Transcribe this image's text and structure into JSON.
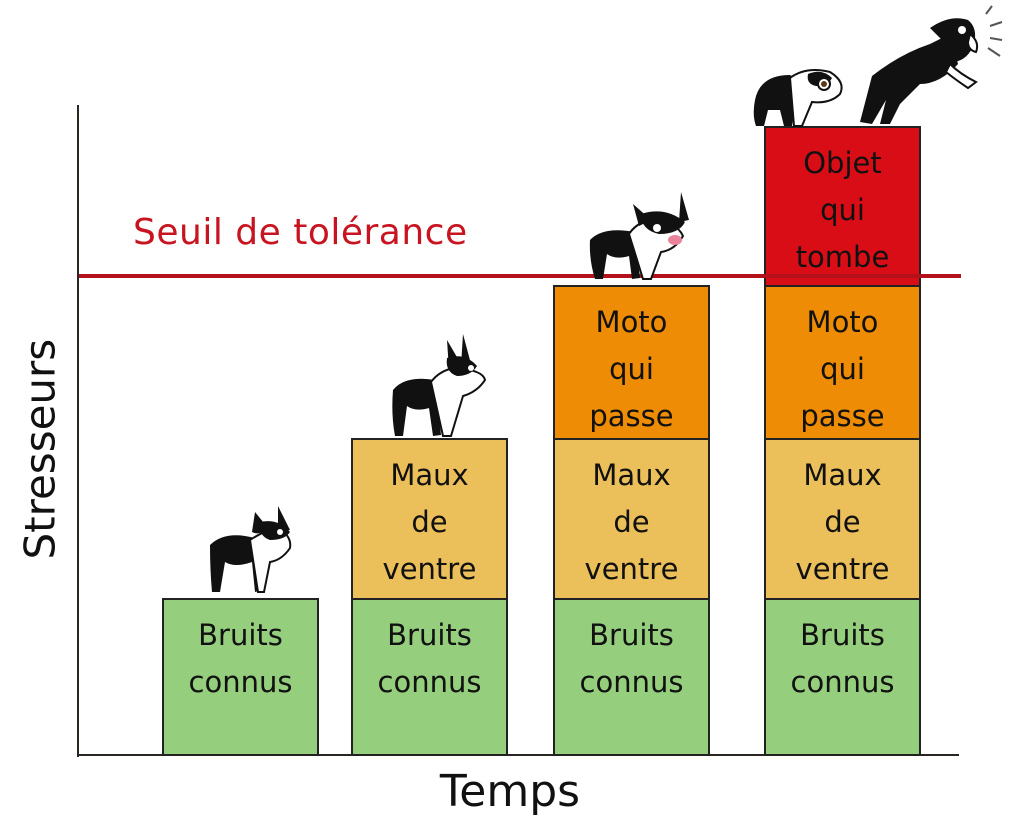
{
  "axes": {
    "y_label": "Stresseurs",
    "x_label": "Temps"
  },
  "threshold": {
    "label": "Seuil de tolérance",
    "color": "#c81420",
    "level_in_units": 3
  },
  "stressors": {
    "bruits": {
      "label": "Bruits\nconnus",
      "color": "#95cf7e"
    },
    "maux": {
      "label": "Maux\nde\nventre",
      "color": "#ebbf5a"
    },
    "moto": {
      "label": "Moto\nqui\npasse",
      "color": "#ef8c05"
    },
    "objet": {
      "label": "Objet\nqui\ntombe",
      "color": "#d90d16"
    }
  },
  "columns": [
    {
      "stack": [
        "bruits"
      ],
      "dog": "calm dog"
    },
    {
      "stack": [
        "bruits",
        "maux"
      ],
      "dog": "alert dog"
    },
    {
      "stack": [
        "bruits",
        "maux",
        "moto"
      ],
      "dog": "stressed dog licking lips"
    },
    {
      "stack": [
        "bruits",
        "maux",
        "moto",
        "objet"
      ],
      "dog": "barking dogs"
    }
  ]
}
